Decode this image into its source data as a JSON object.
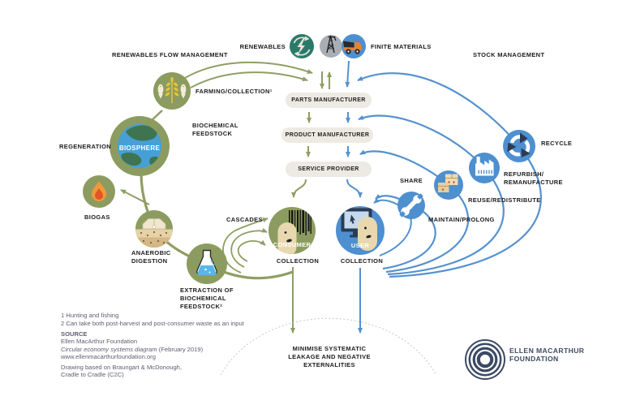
{
  "header": {
    "renewables": "RENEWABLES",
    "finite_materials": "FINITE MATERIALS",
    "renewables_flow_management": "RENEWABLES FLOW MANAGEMENT",
    "stock_management": "STOCK MANAGEMENT"
  },
  "biological_cycle": {
    "farming_collection": "FARMING/COLLECTION¹",
    "biochemical_feedstock": "BIOCHEMICAL\nFEEDSTOCK",
    "regeneration": "REGENERATION",
    "biosphere": "BIOSPHERE",
    "biogas": "BIOGAS",
    "anaerobic_digestion": "ANAEROBIC\nDIGESTION",
    "extraction": "EXTRACTION OF\nBIOCHEMICAL\nFEEDSTOCK²",
    "cascades": "CASCADES",
    "consumer": "CONSUMER",
    "collection": "COLLECTION"
  },
  "technical_cycle": {
    "share": "SHARE",
    "maintain_prolong": "MAINTAIN/PROLONG",
    "reuse_redistribute": "REUSE/REDISTRIBUTE",
    "refurbish_remanufacture": "REFURBISH/\nREMANUFACTURE",
    "recycle": "RECYCLE",
    "user": "USER",
    "collection": "COLLECTION"
  },
  "value_chain": {
    "parts_manufacturer": "PARTS MANUFACTURER",
    "product_manufacturer": "PRODUCT MANUFACTURER",
    "service_provider": "SERVICE PROVIDER",
    "minimise": "MINIMISE SYSTEMATIC\nLEAKAGE AND NEGATIVE\nEXTERNALITIES"
  },
  "footnotes": {
    "note1": "1 Hunting and fishing",
    "note2": "2 Can take both post-harvest and post-consumer waste as an input"
  },
  "source": {
    "heading": "SOURCE",
    "organisation": "Ellen MacArthur Foundation",
    "diagram_title": "Circular economy systems diagram",
    "diagram_date": " (February 2019)",
    "website": "www.ellenmacarthurfoundation.org",
    "credit_line1": "Drawing based on Braungart & McDonough,",
    "credit_line2": "Cradle to Cradle (C2C)"
  },
  "logo": {
    "name": "ELLEN MACARTHUR\nFOUNDATION"
  },
  "colors": {
    "biological_green": "#8c9c60",
    "technical_blue": "#4e8fd0",
    "line_green": "#8f9e63",
    "line_blue": "#5491cf",
    "renewables_teal": "#2a7a6b",
    "finite_gray": "#a9aeb4",
    "pill_background": "#eceae3",
    "label_text": "#1c1c1c",
    "footnote_text": "#5e5e72",
    "logo_navy": "#3c4a63"
  }
}
